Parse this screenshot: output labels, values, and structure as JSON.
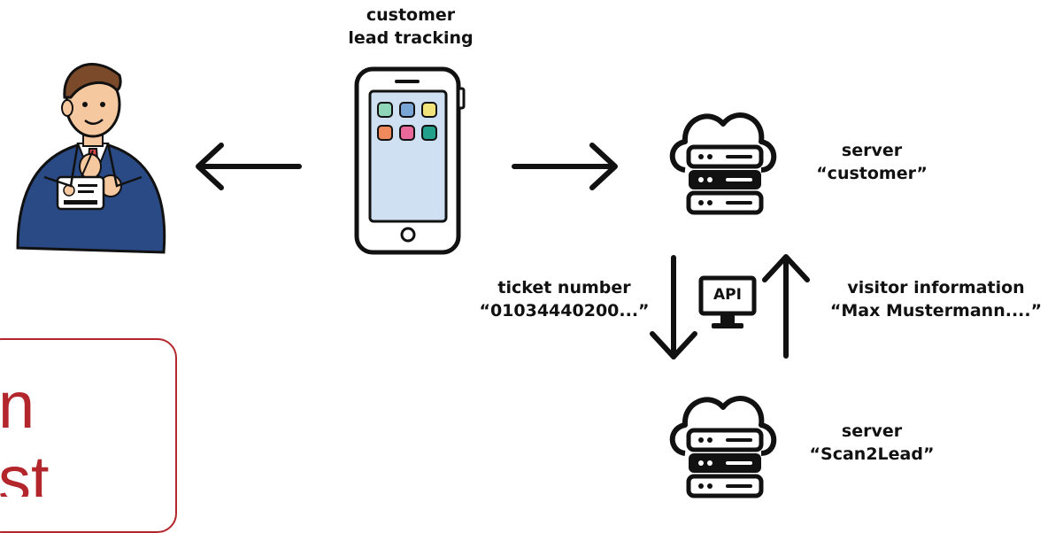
{
  "phone_label": {
    "line1": "customer",
    "line2": "lead tracking"
  },
  "server_customer": {
    "line1": "server",
    "line2": "“customer”"
  },
  "server_scan2lead": {
    "line1": "server",
    "line2": "“Scan2Lead”"
  },
  "api_label": "API",
  "ticket": {
    "line1": "ticket number",
    "line2": "“01034440200...”"
  },
  "visitor": {
    "line1": "visitor information",
    "line2": "“Max Mustermann....”"
  },
  "cropped_text": {
    "line1": "n",
    "line2": "st"
  },
  "colors": {
    "suit": "#2a4a86",
    "phone_screen": "#cfe0f2",
    "red_accent": "#b3262b",
    "app_icons": [
      "#8fd6b8",
      "#7aa6d6",
      "#f2e27a",
      "#f08a5d",
      "#e8699a",
      "#23a08c"
    ]
  }
}
